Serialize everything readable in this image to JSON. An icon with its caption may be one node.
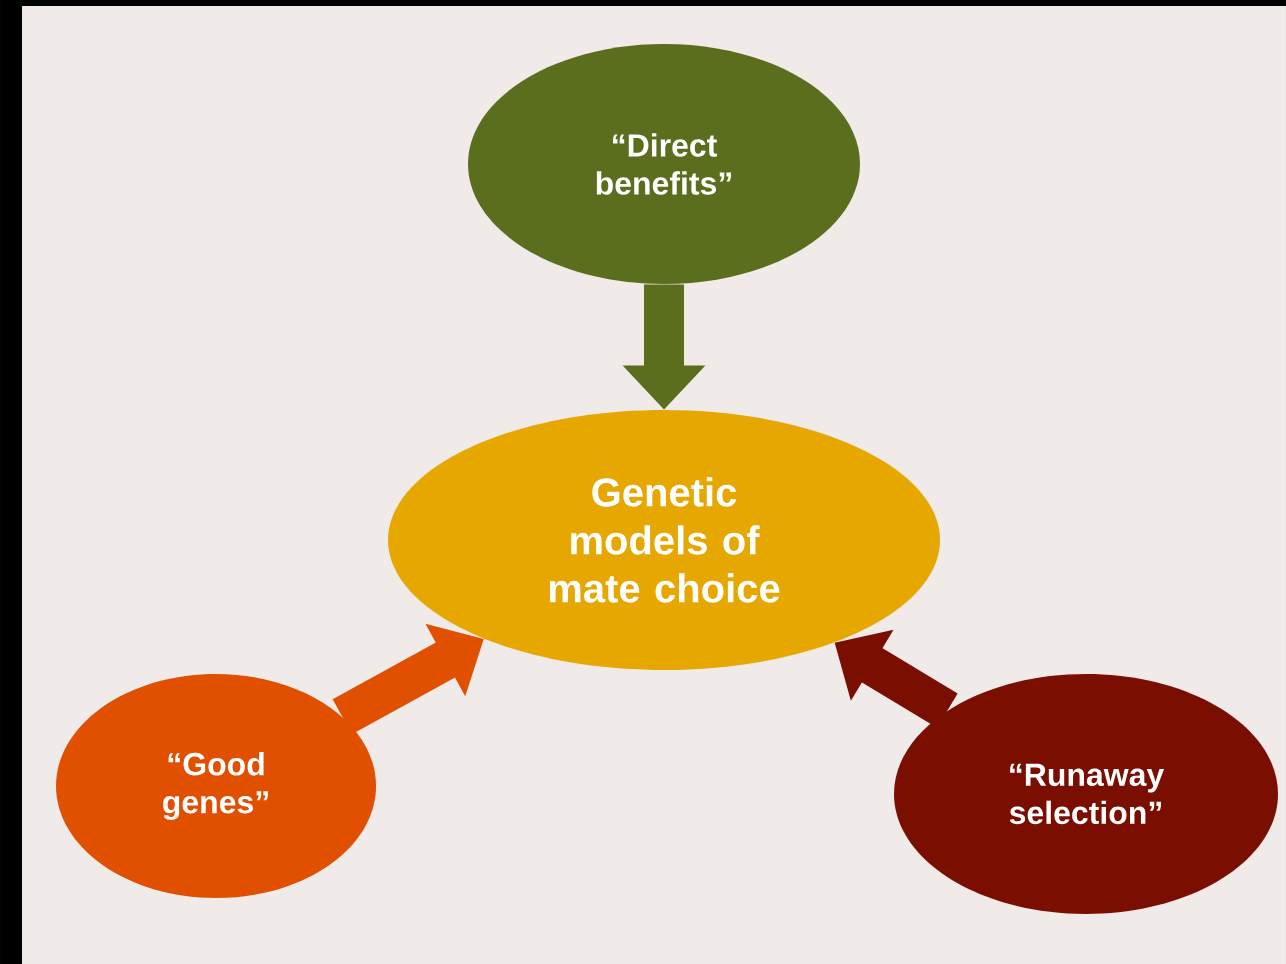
{
  "diagram": {
    "nodes": [
      {
        "text": [
          "Genetic models of mate choice"
        ]
      },
      {
        "text": [
          "“Direct benefits”"
        ]
      },
      {
        "text": [
          "“Good genes”"
        ]
      },
      {
        "text": [
          "“Runaway selection”"
        ]
      }
    ],
    "edges": [
      {
        "from": 1,
        "to": 0,
        "arrow": "to",
        "color": "#5a6e1e"
      },
      {
        "from": 2,
        "to": 0,
        "arrow": "to",
        "color": "#e05000"
      },
      {
        "from": 3,
        "to": 0,
        "arrow": "to",
        "color": "#7a0e00"
      }
    ]
  }
}
